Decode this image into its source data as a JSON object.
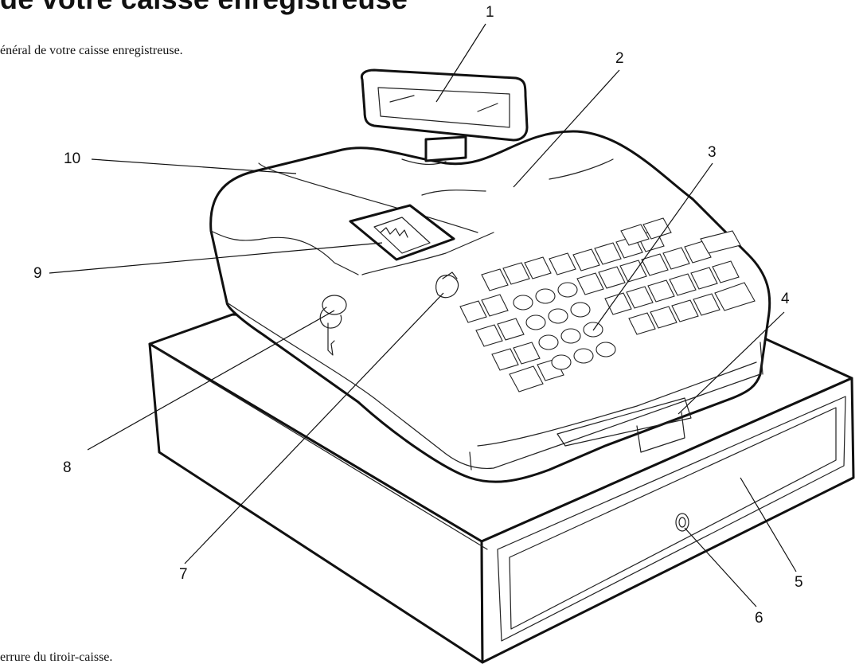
{
  "heading": "de votre caisse enregistreuse",
  "intro": "énéral de votre caisse enregistreuse.",
  "footnote": "errure du tiroir-caisse.",
  "callouts": {
    "c1": "1",
    "c2": "2",
    "c3": "3",
    "c4": "4",
    "c5": "5",
    "c6": "6",
    "c7": "7",
    "c8": "8",
    "c9": "9",
    "c10": "10"
  }
}
